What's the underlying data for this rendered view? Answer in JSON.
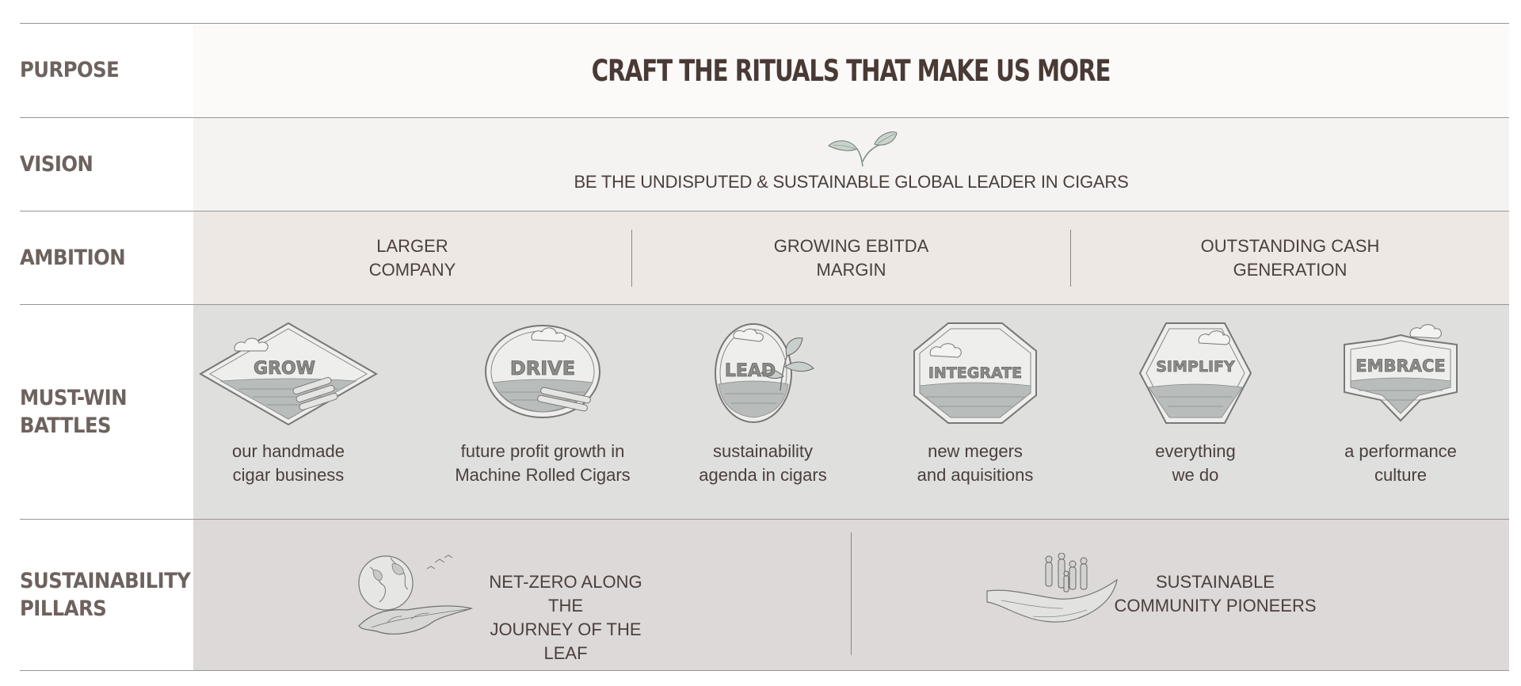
{
  "purpose": {
    "label": "PURPOSE",
    "text": "CRAFT THE RITUALS THAT MAKE US MORE"
  },
  "vision": {
    "label": "VISION",
    "text": "BE THE UNDISPUTED & SUSTAINABLE GLOBAL LEADER IN CIGARS",
    "icon": "leaf-sprout-icon"
  },
  "ambition": {
    "label": "AMBITION",
    "items": [
      {
        "line1": "LARGER",
        "line2": "COMPANY"
      },
      {
        "line1": "GROWING EBITDA",
        "line2": "MARGIN"
      },
      {
        "line1": "OUTSTANDING CASH",
        "line2": "GENERATION"
      }
    ]
  },
  "battles": {
    "label_line1": "MUST-WIN",
    "label_line2": "BATTLES",
    "items": [
      {
        "badge": "GROW",
        "shape": "diamond",
        "line1": "our handmade",
        "line2": "cigar business"
      },
      {
        "badge": "DRIVE",
        "shape": "ellipse",
        "line1": "future profit growth in",
        "line2": "Machine Rolled Cigars"
      },
      {
        "badge": "LEAD",
        "shape": "oval",
        "line1": "sustainability",
        "line2": "agenda in cigars"
      },
      {
        "badge": "INTEGRATE",
        "shape": "octagon",
        "line1": "new megers",
        "line2": "and aquisitions"
      },
      {
        "badge": "SIMPLIFY",
        "shape": "hexagon",
        "line1": "everything",
        "line2": "we do"
      },
      {
        "badge": "EMBRACE",
        "shape": "banner",
        "line1": "a performance",
        "line2": "culture"
      }
    ]
  },
  "pillars": {
    "label_line1": "SUSTAINABILITY",
    "label_line2": "PILLARS",
    "items": [
      {
        "line1": "NET-ZERO ALONG THE",
        "line2": "JOURNEY OF THE LEAF",
        "icon": "globe-leaf-icon"
      },
      {
        "line1": "SUSTAINABLE",
        "line2": "COMMUNITY PIONEERS",
        "icon": "hand-people-icon"
      }
    ]
  },
  "colors": {
    "title": "#4a3a35",
    "label": "#6d625e",
    "ambition_bg": "#ede8e4",
    "battles_bg": "#dfdfde",
    "pillars_bg": "#dcd9d8"
  }
}
